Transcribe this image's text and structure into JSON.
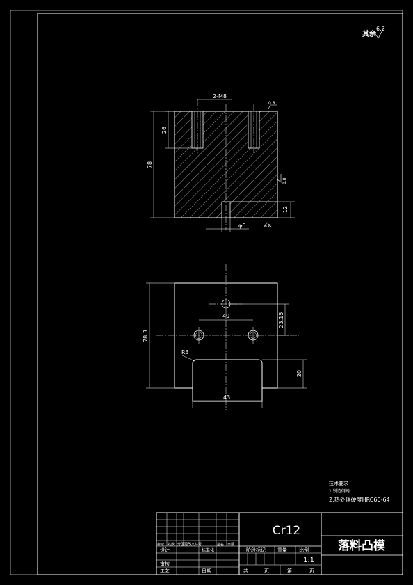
{
  "roughness_note": {
    "prefix": "其余",
    "value": "6.3"
  },
  "front_view": {
    "thread_callout": "2-M8",
    "dim_thread_depth": "26",
    "dim_height": "78",
    "dim_pin_depth": "12",
    "dim_pin_dia": "φ6",
    "roughness_top": "0.8",
    "roughness_side": "0.8",
    "roughness_bottom": "6.8"
  },
  "top_view": {
    "dim_hole_spacing": "40",
    "dim_hole_offset": "23.15",
    "dim_total_length": "78.3",
    "dim_radius": "R3",
    "dim_punch_height": "20",
    "dim_punch_width": "43"
  },
  "tech_notes": {
    "title": "技术要求",
    "line1": "1.锐边倒钝",
    "line2": "2.热处理硬度HRC60-64"
  },
  "title_block": {
    "material": "Cr12",
    "part_name": "落料凸模",
    "rev_headers": [
      "标记",
      "处数",
      "分区",
      "更改文件号",
      "签名",
      "日期"
    ],
    "role_design": "设计",
    "role_standard": "标准化",
    "role_review": "审核",
    "role_process": "工艺",
    "label_date": "日期",
    "col_stage": "阶段标记",
    "col_weight": "重量",
    "col_scale": "比例",
    "scale_value": "1:1",
    "sheets_total": "共",
    "sheets_unit1": "页",
    "sheet_no": "第",
    "sheets_unit2": "页"
  }
}
